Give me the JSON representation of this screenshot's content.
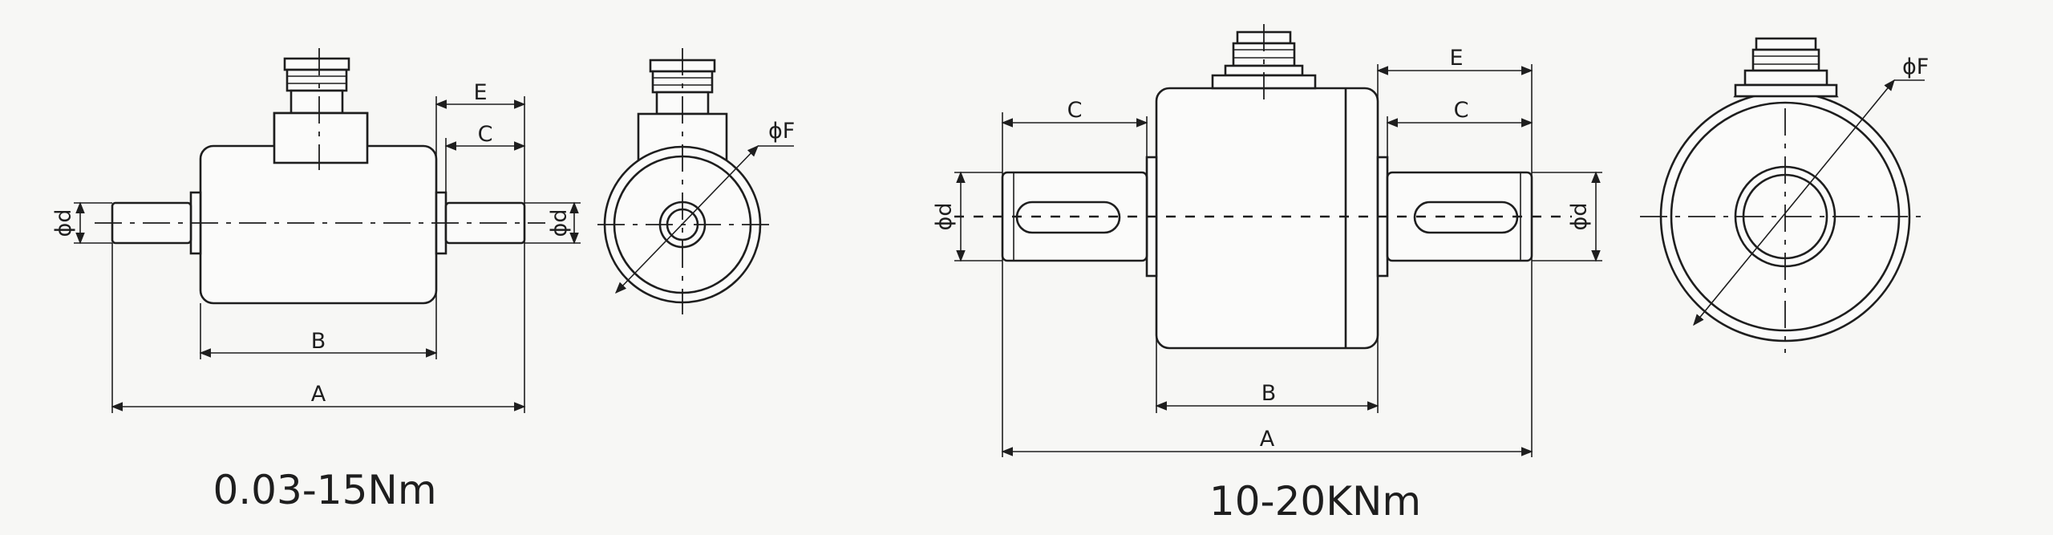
{
  "small": {
    "caption": "0.03-15Nm",
    "labels": {
      "A": "A",
      "B": "B",
      "C": "C",
      "E": "E",
      "d_left": "ϕd",
      "d_right": "ϕd",
      "F": "ϕF"
    }
  },
  "large": {
    "caption": "10-20KNm",
    "labels": {
      "A": "A",
      "B": "B",
      "C_left": "C",
      "C_right": "C",
      "E": "E",
      "d_left": "ϕd",
      "d_right": "ϕd",
      "F": "ϕF"
    }
  }
}
